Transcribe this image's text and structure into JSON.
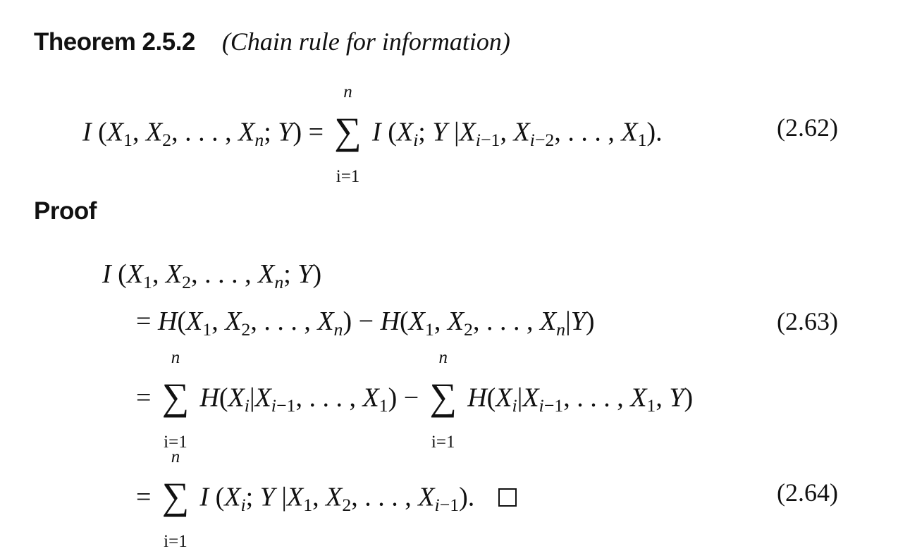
{
  "theorem": {
    "label": "Theorem 2.5.2",
    "title": "(Chain rule for information)"
  },
  "equations": {
    "eq_2_62": {
      "lhs": "I(X1, X2, ..., Xn; Y)",
      "rhs": "∑_{i=1}^{n} I(Xi; Y|Xi−1, Xi−2, ..., X1).",
      "number": "(2.62)"
    },
    "proof_lhs": "I(X1, X2, ..., Xn; Y)",
    "eq_2_63": {
      "expr": "= H(X1, X2, ..., Xn) − H(X1, X2, ..., Xn|Y)",
      "number": "(2.63)"
    },
    "eq_unnumbered": {
      "expr": "= ∑_{i=1}^{n} H(Xi|Xi−1, ..., X1) − ∑_{i=1}^{n} H(Xi|Xi−1, ..., X1, Y)"
    },
    "eq_2_64": {
      "expr": "= ∑_{i=1}^{n} I(Xi; Y|X1, X2, ..., Xi−1).",
      "number": "(2.64)"
    }
  },
  "proof": {
    "label": "Proof"
  },
  "symbols": {
    "sum_upper": "n",
    "sum_lower": "i=1",
    "qed": "□"
  }
}
